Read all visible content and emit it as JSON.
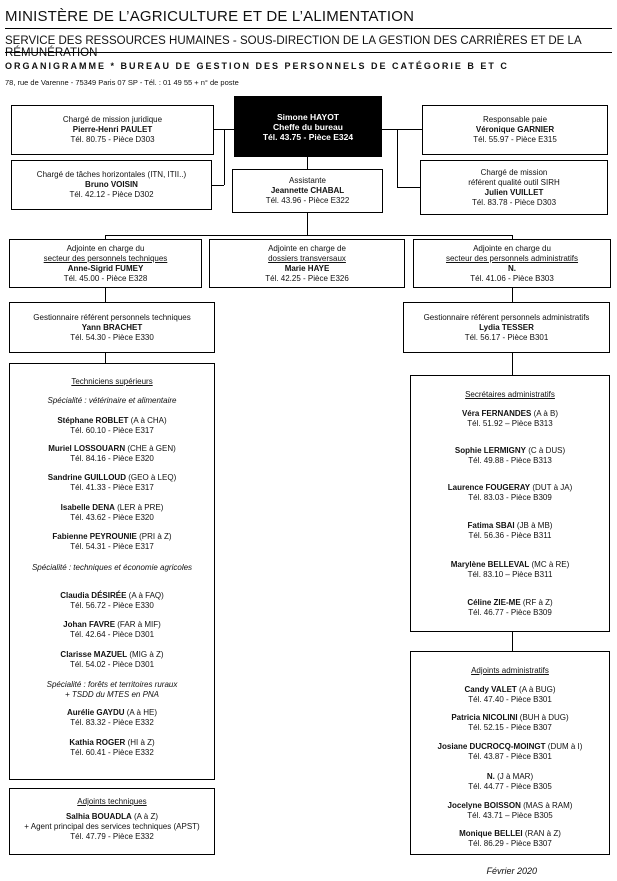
{
  "header": {
    "ministry": "MINISTÈRE DE L’AGRICULTURE ET DE L’ALIMENTATION",
    "service": "SERVICE DES RESSOURCES HUMAINES - SOUS-DIRECTION DE LA GESTION DES CARRIÈRES ET DE LA RÉMUNÉRATION",
    "title": "ORGANIGRAMME * BUREAU DE GESTION DES PERSONNELS DE CATÉGORIE B ET C",
    "address": "78, rue de Varenne - 75349 Paris 07 SP - Tél. : 01 49 55 + n° de poste"
  },
  "boxes": {
    "chef": {
      "name": "Simone HAYOT",
      "role": "Cheffe du bureau",
      "contact": "Tél. 43.75 - Pièce E324"
    },
    "juridique": {
      "role": "Chargé de mission juridique",
      "name": "Pierre-Henri PAULET",
      "contact": "Tél. 80.75 - Pièce D303"
    },
    "paie": {
      "role": "Responsable paie",
      "name": "Véronique GARNIER",
      "contact": "Tél. 55.97 - Pièce E315"
    },
    "taches": {
      "role": "Chargé de tâches horizontales (ITN, ITII..)",
      "name": "Bruno VOISIN",
      "contact": "Tél. 42.12 - Pièce D302"
    },
    "assistante": {
      "role": "Assistante",
      "name": "Jeannette CHABAL",
      "contact": "Tél. 43.96 - Pièce E322"
    },
    "sirh": {
      "role1": "Chargé de mission",
      "role2": "référent qualité outil SIRH",
      "name": "Julien VUILLET",
      "contact": "Tél. 83.78 - Pièce D303"
    },
    "adj_tech": {
      "role1": "Adjointe en charge du",
      "role2": "secteur des personnels techniques",
      "name": "Anne-Sigrid FUMEY",
      "contact": "Tél. 45.00 - Pièce E328"
    },
    "adj_transv": {
      "role1": "Adjointe en charge de",
      "role2": "dossiers transversaux",
      "name": "Marie HAYE",
      "contact": "Tél. 42.25 - Pièce E326"
    },
    "adj_admin": {
      "role1": "Adjointe en charge du",
      "role2": "secteur des personnels administratifs",
      "name": "N.",
      "contact": "Tél. 41.06 - Pièce B303"
    },
    "gest_tech": {
      "role": "Gestionnaire référent personnels techniques",
      "name": "Yann BRACHET",
      "contact": "Tél. 54.30 -  Pièce E330"
    },
    "gest_admin": {
      "role": "Gestionnaire référent personnels administratifs",
      "name": "Lydia TESSER",
      "contact": "Tél. 56.17 - Pièce B301"
    }
  },
  "techniciens": {
    "title": "Techniciens supérieurs",
    "spec1": "Spécialité : vétérinaire et alimentaire",
    "spec2": "Spécialité : techniques et économie agricoles",
    "spec3a": "Spécialité : forêts et territoires ruraux",
    "spec3b": "+ TSDD du MTES en PNA",
    "entries": [
      {
        "name": "Stéphane ROBLET",
        "range": "(A à CHA)",
        "contact": "Tél. 60.10 - Pièce E317"
      },
      {
        "name": "Muriel LOSSOUARN",
        "range": "(CHE à GEN)",
        "contact": "Tél. 84.16 - Pièce E320"
      },
      {
        "name": "Sandrine GUILLOUD",
        "range": "(GEO à LEQ)",
        "contact": "Tél. 41.33 - Pièce E317"
      },
      {
        "name": "Isabelle DENA",
        "range": "(LER à PRE)",
        "contact": "Tél. 43.62 - Pièce E320"
      },
      {
        "name": "Fabienne PEYROUNIE",
        "range": "(PRI à Z)",
        "contact": "Tél. 54.31 - Pièce E317"
      },
      {
        "name": "Claudia DÉSIRÉE",
        "range": "(A à FAQ)",
        "contact": "Tél. 56.72 - Pièce E330"
      },
      {
        "name": "Johan FAVRE",
        "range": "(FAR à MIF)",
        "contact": "Tél. 42.64 - Pièce D301"
      },
      {
        "name": "Clarisse MAZUEL",
        "range": "(MIG à Z)",
        "contact": "Tél. 54.02 - Pièce D301"
      },
      {
        "name": "Aurélie GAYDU",
        "range": "(A à HE)",
        "contact": "Tél. 83.32 - Pièce E332"
      },
      {
        "name": "Kathia ROGER",
        "range": "(HI à Z)",
        "contact": "Tél. 60.41 - Pièce E332"
      }
    ]
  },
  "adjoints_techniques": {
    "title": "Adjoints techniques",
    "name": "Salhia BOUADLA",
    "range": "(A à Z)",
    "extra": "+ Agent principal des services techniques (APST)",
    "contact": "Tél. 47.79 - Pièce E332"
  },
  "secretaires": {
    "title": "Secrétaires administratifs",
    "entries": [
      {
        "name": "Véra FERNANDES",
        "range": "(A à B)",
        "contact": "Tél. 51.92 – Pièce B313"
      },
      {
        "name": "Sophie LERMIGNY",
        "range": "(C à DUS)",
        "contact": "Tél. 49.88 - Pièce B313"
      },
      {
        "name": "Laurence FOUGERAY",
        "range": "(DUT à JA)",
        "contact": "Tél. 83.03 - Pièce B309"
      },
      {
        "name": "Fatima SBAI",
        "range": "(JB à MB)",
        "contact": "Tél. 56.36 - Pièce B311"
      },
      {
        "name": "Marylène BELLEVAL",
        "range": "(MC à RE)",
        "contact": "Tél. 83.10 – Pièce B311"
      },
      {
        "name": "Céline ZIE-ME",
        "range": "(RF à Z)",
        "contact": "Tél. 46.77 - Pièce B309"
      }
    ]
  },
  "adjoints_admin": {
    "title": "Adjoints administratifs",
    "entries": [
      {
        "name": "Candy VALET",
        "range": "(A à BUG)",
        "contact": "Tél. 47.40 - Pièce B301"
      },
      {
        "name": "Patricia NICOLINI",
        "range": "(BUH à DUG)",
        "contact": "Tél. 52.15 - Pièce B307"
      },
      {
        "name": "Josiane DUCROCQ-MOINGT",
        "range": "(DUM à I)",
        "contact": "Tél. 43.87 - Pièce B301"
      },
      {
        "name": "N.",
        "range": "(J à MAR)",
        "contact": "Tél. 44.77 - Pièce B305"
      },
      {
        "name": "Jocelyne BOISSON",
        "range": "(MAS à RAM)",
        "contact": "Tél. 43.71 – Pièce B305"
      },
      {
        "name": "Monique BELLEI",
        "range": "(RAN à Z)",
        "contact": "Tél. 86.29 - Pièce B307"
      }
    ]
  },
  "footer": {
    "date": "Février 2020"
  }
}
